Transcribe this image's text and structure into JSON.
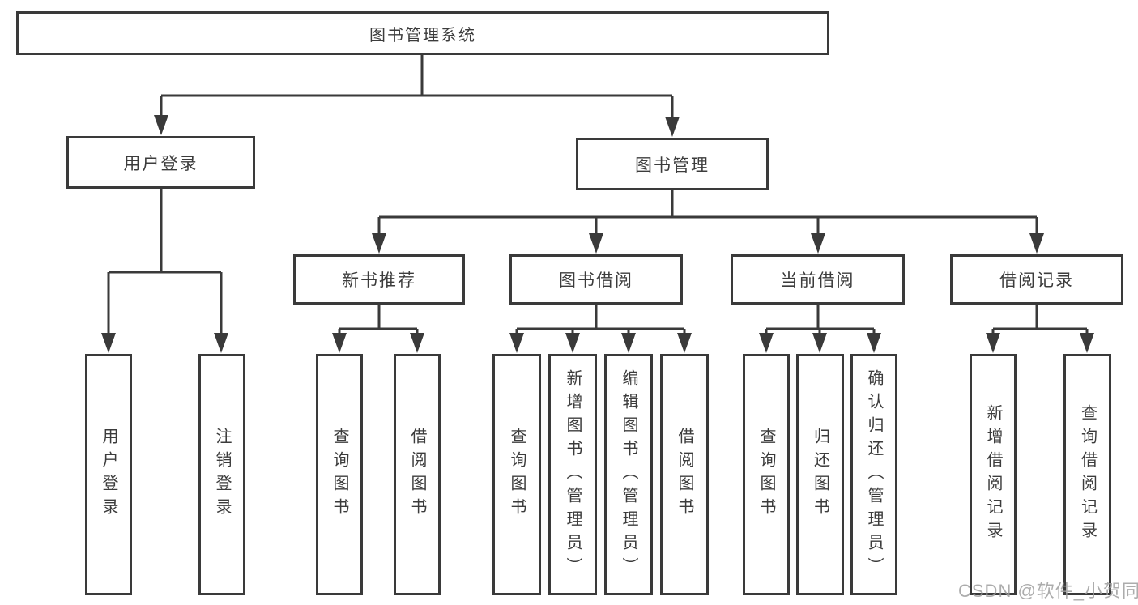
{
  "diagram": {
    "tree": {
      "root": {
        "label": "图书管理系统"
      },
      "children": [
        {
          "label": "用户登录",
          "children": [
            {
              "label": "用户登录"
            },
            {
              "label": "注销登录"
            }
          ]
        },
        {
          "label": "图书管理",
          "children": [
            {
              "label": "新书推荐",
              "children": [
                {
                  "label": "查询图书"
                },
                {
                  "label": "借阅图书"
                }
              ]
            },
            {
              "label": "图书借阅",
              "children": [
                {
                  "label": "查询图书"
                },
                {
                  "label": "新增图书（管理员）"
                },
                {
                  "label": "编辑图书（管理员）"
                },
                {
                  "label": "借阅图书"
                }
              ]
            },
            {
              "label": "当前借阅",
              "children": [
                {
                  "label": "查询图书"
                },
                {
                  "label": "归还图书"
                },
                {
                  "label": "确认归还（管理员）"
                }
              ]
            },
            {
              "label": "借阅记录",
              "children": [
                {
                  "label": "新增借阅记录"
                },
                {
                  "label": "查询借阅记录"
                }
              ]
            }
          ]
        }
      ]
    },
    "watermark": "CSDN @软件_小贺同学",
    "colors": {
      "line": "#3a3a3a",
      "text": "#3c3c3c",
      "watermark": "#9e9e9e",
      "background": "#ffffff"
    }
  }
}
